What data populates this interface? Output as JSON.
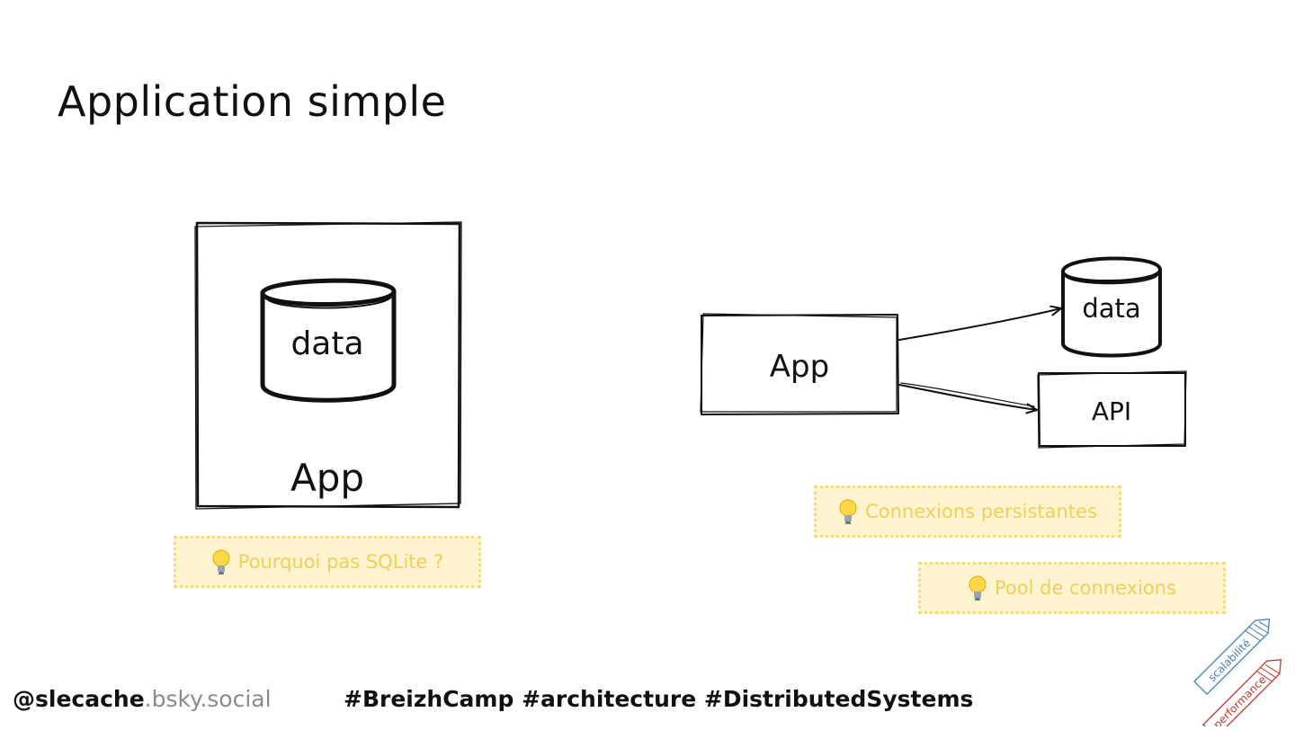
{
  "title": "Application simple",
  "left_diagram": {
    "container_label": "App",
    "db_label": "data"
  },
  "right_diagram": {
    "app_label": "App",
    "db_label": "data",
    "api_label": "API"
  },
  "notes": [
    {
      "icon": "lightbulb-icon",
      "text": "Pourquoi pas SQLite ?"
    },
    {
      "icon": "lightbulb-icon",
      "text": "Connexions persistantes"
    },
    {
      "icon": "lightbulb-icon",
      "text": "Pool de connexions"
    }
  ],
  "footer": {
    "handle": "@slecache",
    "handle_domain": ".bsky.social",
    "hashtags": "#BreizhCamp #architecture #DistributedSystems"
  },
  "badge": {
    "top_text": "scalabilité",
    "bottom_text": "performance",
    "top_color": "#4a7fb0",
    "bottom_color": "#c0392b"
  },
  "colors": {
    "note_background": "#fff3d0",
    "note_text": "#f0cf58",
    "ink": "#111111"
  }
}
